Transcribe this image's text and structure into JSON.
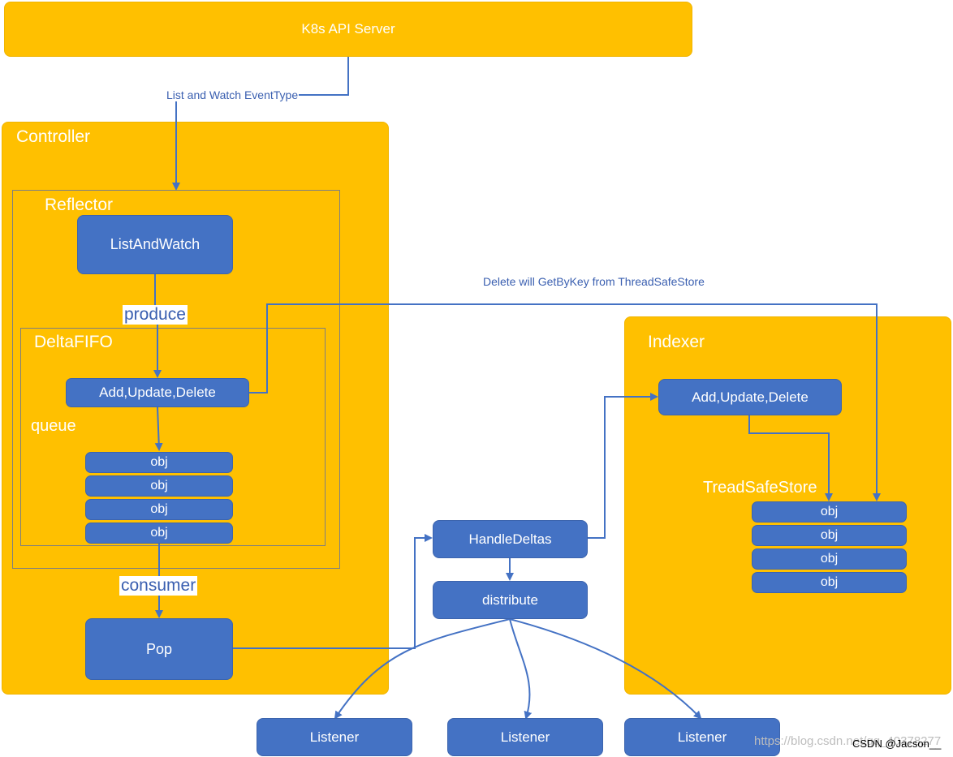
{
  "api_server": {
    "label": "K8s API Server"
  },
  "edges": {
    "list_watch": "List and Watch EventType",
    "delete_getbykey": "Delete will GetByKey from ThreadSafeStore",
    "produce": "produce",
    "consumer": "consumer"
  },
  "controller": {
    "title": "Controller",
    "reflector": {
      "title": "Reflector",
      "list_and_watch": "ListAndWatch",
      "deltafifo": {
        "title": "DeltaFIFO",
        "ops": "Add,Update,Delete",
        "queue_label": "queue",
        "objs": [
          "obj",
          "obj",
          "obj",
          "obj"
        ]
      }
    },
    "pop": "Pop"
  },
  "handle_deltas": "HandleDeltas",
  "distribute": "distribute",
  "listeners": [
    "Listener",
    "Listener",
    "Listener"
  ],
  "indexer": {
    "title": "Indexer",
    "ops": "Add,Update,Delete",
    "store_title": "TreadSafeStore",
    "objs": [
      "obj",
      "obj",
      "obj",
      "obj"
    ]
  },
  "watermark": {
    "url": "https://blog.csdn.net/qq_40378277",
    "author": "CSDN @Jacson__"
  },
  "colors": {
    "container": "#ffc000",
    "node": "#4472c4",
    "edge": "#4472c4",
    "text_on_node": "#ffffff"
  }
}
